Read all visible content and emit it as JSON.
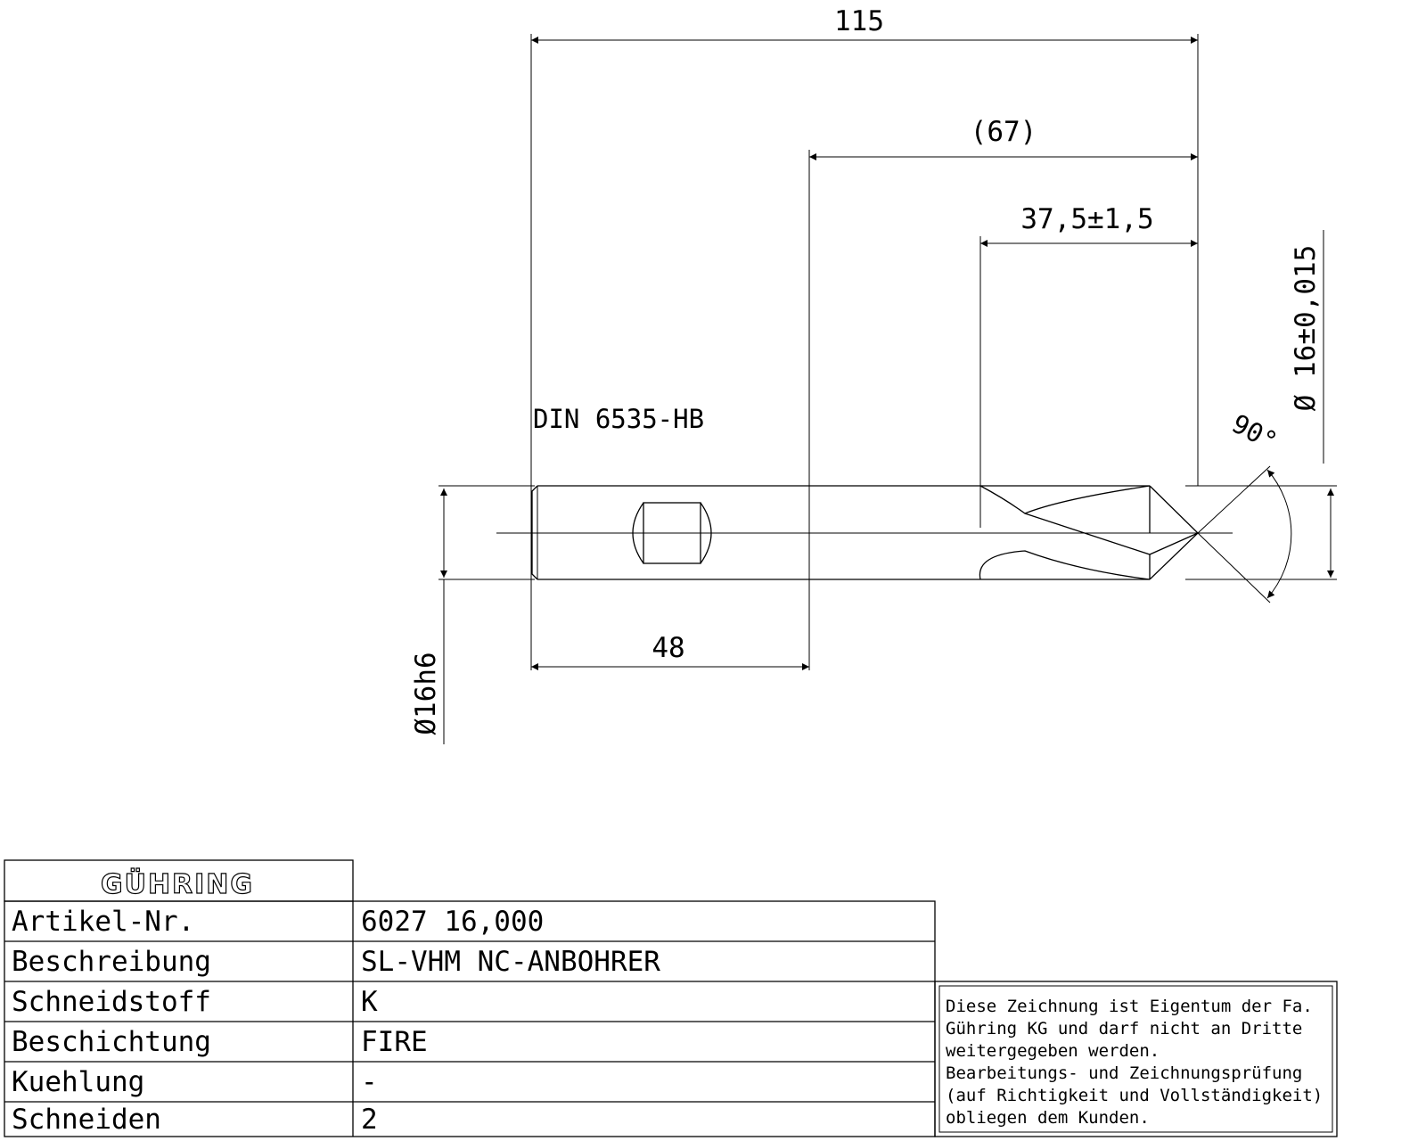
{
  "brand": "GÜHRING",
  "dimensions": {
    "overall_length": "115",
    "flute_reference": "(67)",
    "point_length": "37,5±1,5",
    "cutting_diameter": "Ø 16±0,015",
    "point_angle": "90°",
    "shank_length": "48",
    "shank_diameter": "Ø16h6"
  },
  "shank_standard": "DIN 6535-HB",
  "spec_table": [
    {
      "label": "Artikel-Nr.",
      "value": "6027 16,000"
    },
    {
      "label": "Beschreibung",
      "value": "SL-VHM NC-ANBOHRER"
    },
    {
      "label": "Schneidstoff",
      "value": "K"
    },
    {
      "label": "Beschichtung",
      "value": "FIRE"
    },
    {
      "label": "Kuehlung",
      "value": "-"
    },
    {
      "label": "Schneiden",
      "value": "2"
    }
  ],
  "disclaimer": [
    "Diese Zeichnung ist Eigentum der Fa.",
    "Gühring KG und darf nicht an Dritte",
    "weitergegeben werden.",
    "Bearbeitungs- und Zeichnungsprüfung",
    "(auf Richtigkeit und Vollständigkeit)",
    "obliegen dem Kunden."
  ]
}
